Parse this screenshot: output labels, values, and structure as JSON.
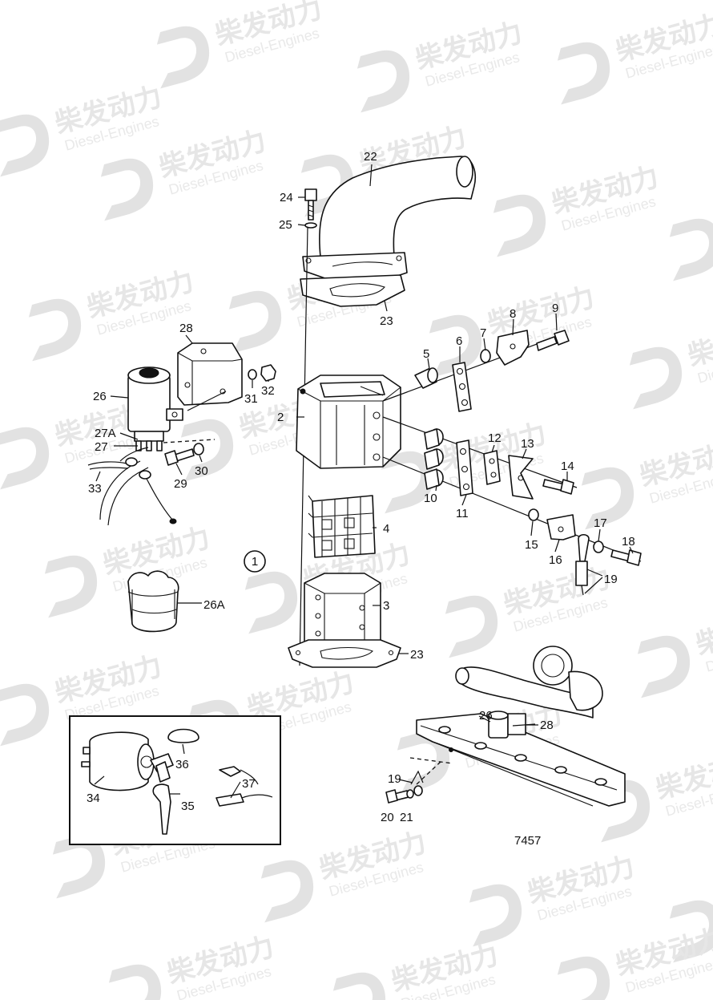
{
  "watermark": {
    "cn_text": "柴发动力",
    "en_text": "Diesel-Engines"
  },
  "group_marker": "1",
  "drawing_number": "7457",
  "callouts": {
    "c2": "2",
    "c3": "3",
    "c4": "4",
    "c5": "5",
    "c6": "6",
    "c7": "7",
    "c8": "8",
    "c9": "9",
    "c10": "10",
    "c11": "11",
    "c12": "12",
    "c13": "13",
    "c14": "14",
    "c15": "15",
    "c16": "16",
    "c17": "17",
    "c18": "18",
    "c19a": "19",
    "c19b": "19",
    "c20": "20",
    "c21": "21",
    "c22": "22",
    "c23a": "23",
    "c23b": "23",
    "c24": "24",
    "c25": "25",
    "c26a": "26",
    "c26b": "26",
    "c26A": "26A",
    "c27": "27",
    "c27A": "27A",
    "c28a": "28",
    "c28b": "28",
    "c29": "29",
    "c30": "30",
    "c31": "31",
    "c32": "32",
    "c33": "33",
    "c34": "34",
    "c35": "35",
    "c36": "36",
    "c37": "37"
  },
  "colors": {
    "ink": "#111111",
    "watermark": "#e4e4e4",
    "background": "#ffffff"
  }
}
